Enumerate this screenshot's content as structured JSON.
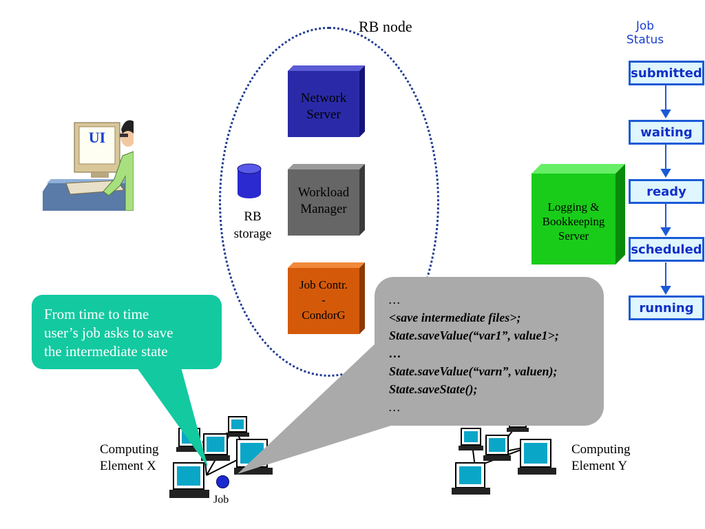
{
  "rb_node": {
    "title": "RB node"
  },
  "components": {
    "network_server": {
      "lines": [
        "Network",
        "Server"
      ],
      "color": "#2a2aa8"
    },
    "workload_manager": {
      "lines": [
        "Workload",
        "Manager"
      ],
      "color": "#666666"
    },
    "job_controller": {
      "lines": [
        "Job Contr.",
        "-",
        "CondorG"
      ],
      "color": "#d45a0a"
    },
    "logging_bookkeeping": {
      "lines": [
        "Logging &",
        "Bookkeeping",
        "Server"
      ],
      "color": "#19cc19"
    }
  },
  "rb_storage": {
    "lines": [
      "RB",
      "storage"
    ]
  },
  "ui": {
    "label": "UI"
  },
  "job_status": {
    "title_lines": [
      "Job",
      "Status"
    ],
    "states": [
      "submitted",
      "waiting",
      "ready",
      "scheduled",
      "running"
    ]
  },
  "callout": {
    "lines": [
      "From time to time",
      "user’s job asks to save",
      "the intermediate state"
    ]
  },
  "code": {
    "lines": [
      "…",
      "<save intermediate files>;",
      "State.saveValue(“var1”, value1>;",
      "…",
      "State.saveValue(“varn”, valuen);",
      "State.saveState();",
      "…"
    ]
  },
  "computing_elements": {
    "x": {
      "lines": [
        "Computing",
        "Element X"
      ]
    },
    "y": {
      "lines": [
        "Computing",
        "Element Y"
      ]
    }
  },
  "job": {
    "label": "Job"
  }
}
